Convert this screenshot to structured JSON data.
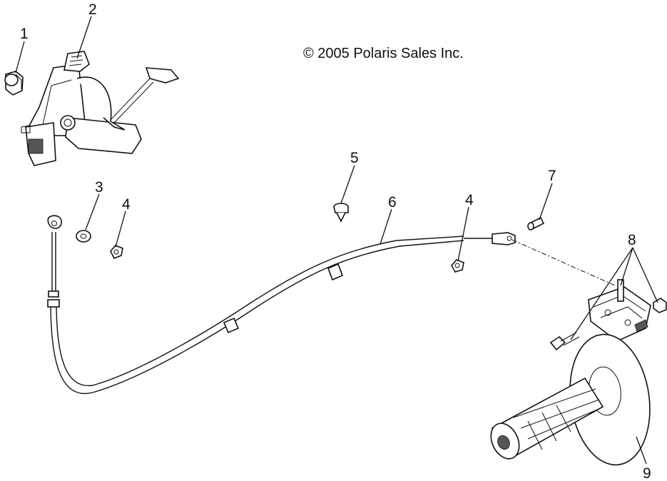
{
  "copyright": "© 2005 Polaris Sales Inc.",
  "callouts": [
    "1",
    "2",
    "3",
    "4",
    "4",
    "5",
    "6",
    "7",
    "8",
    "9"
  ]
}
